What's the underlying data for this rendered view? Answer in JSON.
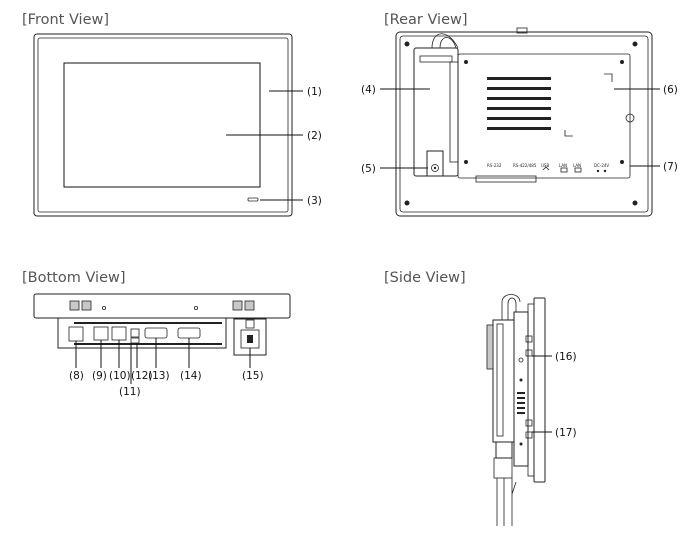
{
  "views": {
    "front": {
      "title": "[Front View]"
    },
    "rear": {
      "title": "[Rear View]"
    },
    "bottom": {
      "title": "[Bottom View]"
    },
    "side": {
      "title": "[Side View]"
    }
  },
  "callouts": {
    "c1": "(1)",
    "c2": "(2)",
    "c3": "(3)",
    "c4": "(4)",
    "c5": "(5)",
    "c6": "(6)",
    "c7": "(7)",
    "c8": "(8)",
    "c9": "(9)",
    "c10": "(10)",
    "c11": "(11)",
    "c12": "(12)",
    "c13": "(13)",
    "c14": "(14)",
    "c15": "(15)",
    "c16": "(16)",
    "c17": "(17)"
  },
  "port_labels": {
    "rs232": "RS-232",
    "rs422": "RS-422/485",
    "usb": "USB",
    "lan1": "LAN",
    "lan2": "LAN",
    "power": "DC-24V"
  },
  "colors": {
    "line": "#111111",
    "title": "#555555",
    "fill_grey": "#c8c8c8"
  }
}
